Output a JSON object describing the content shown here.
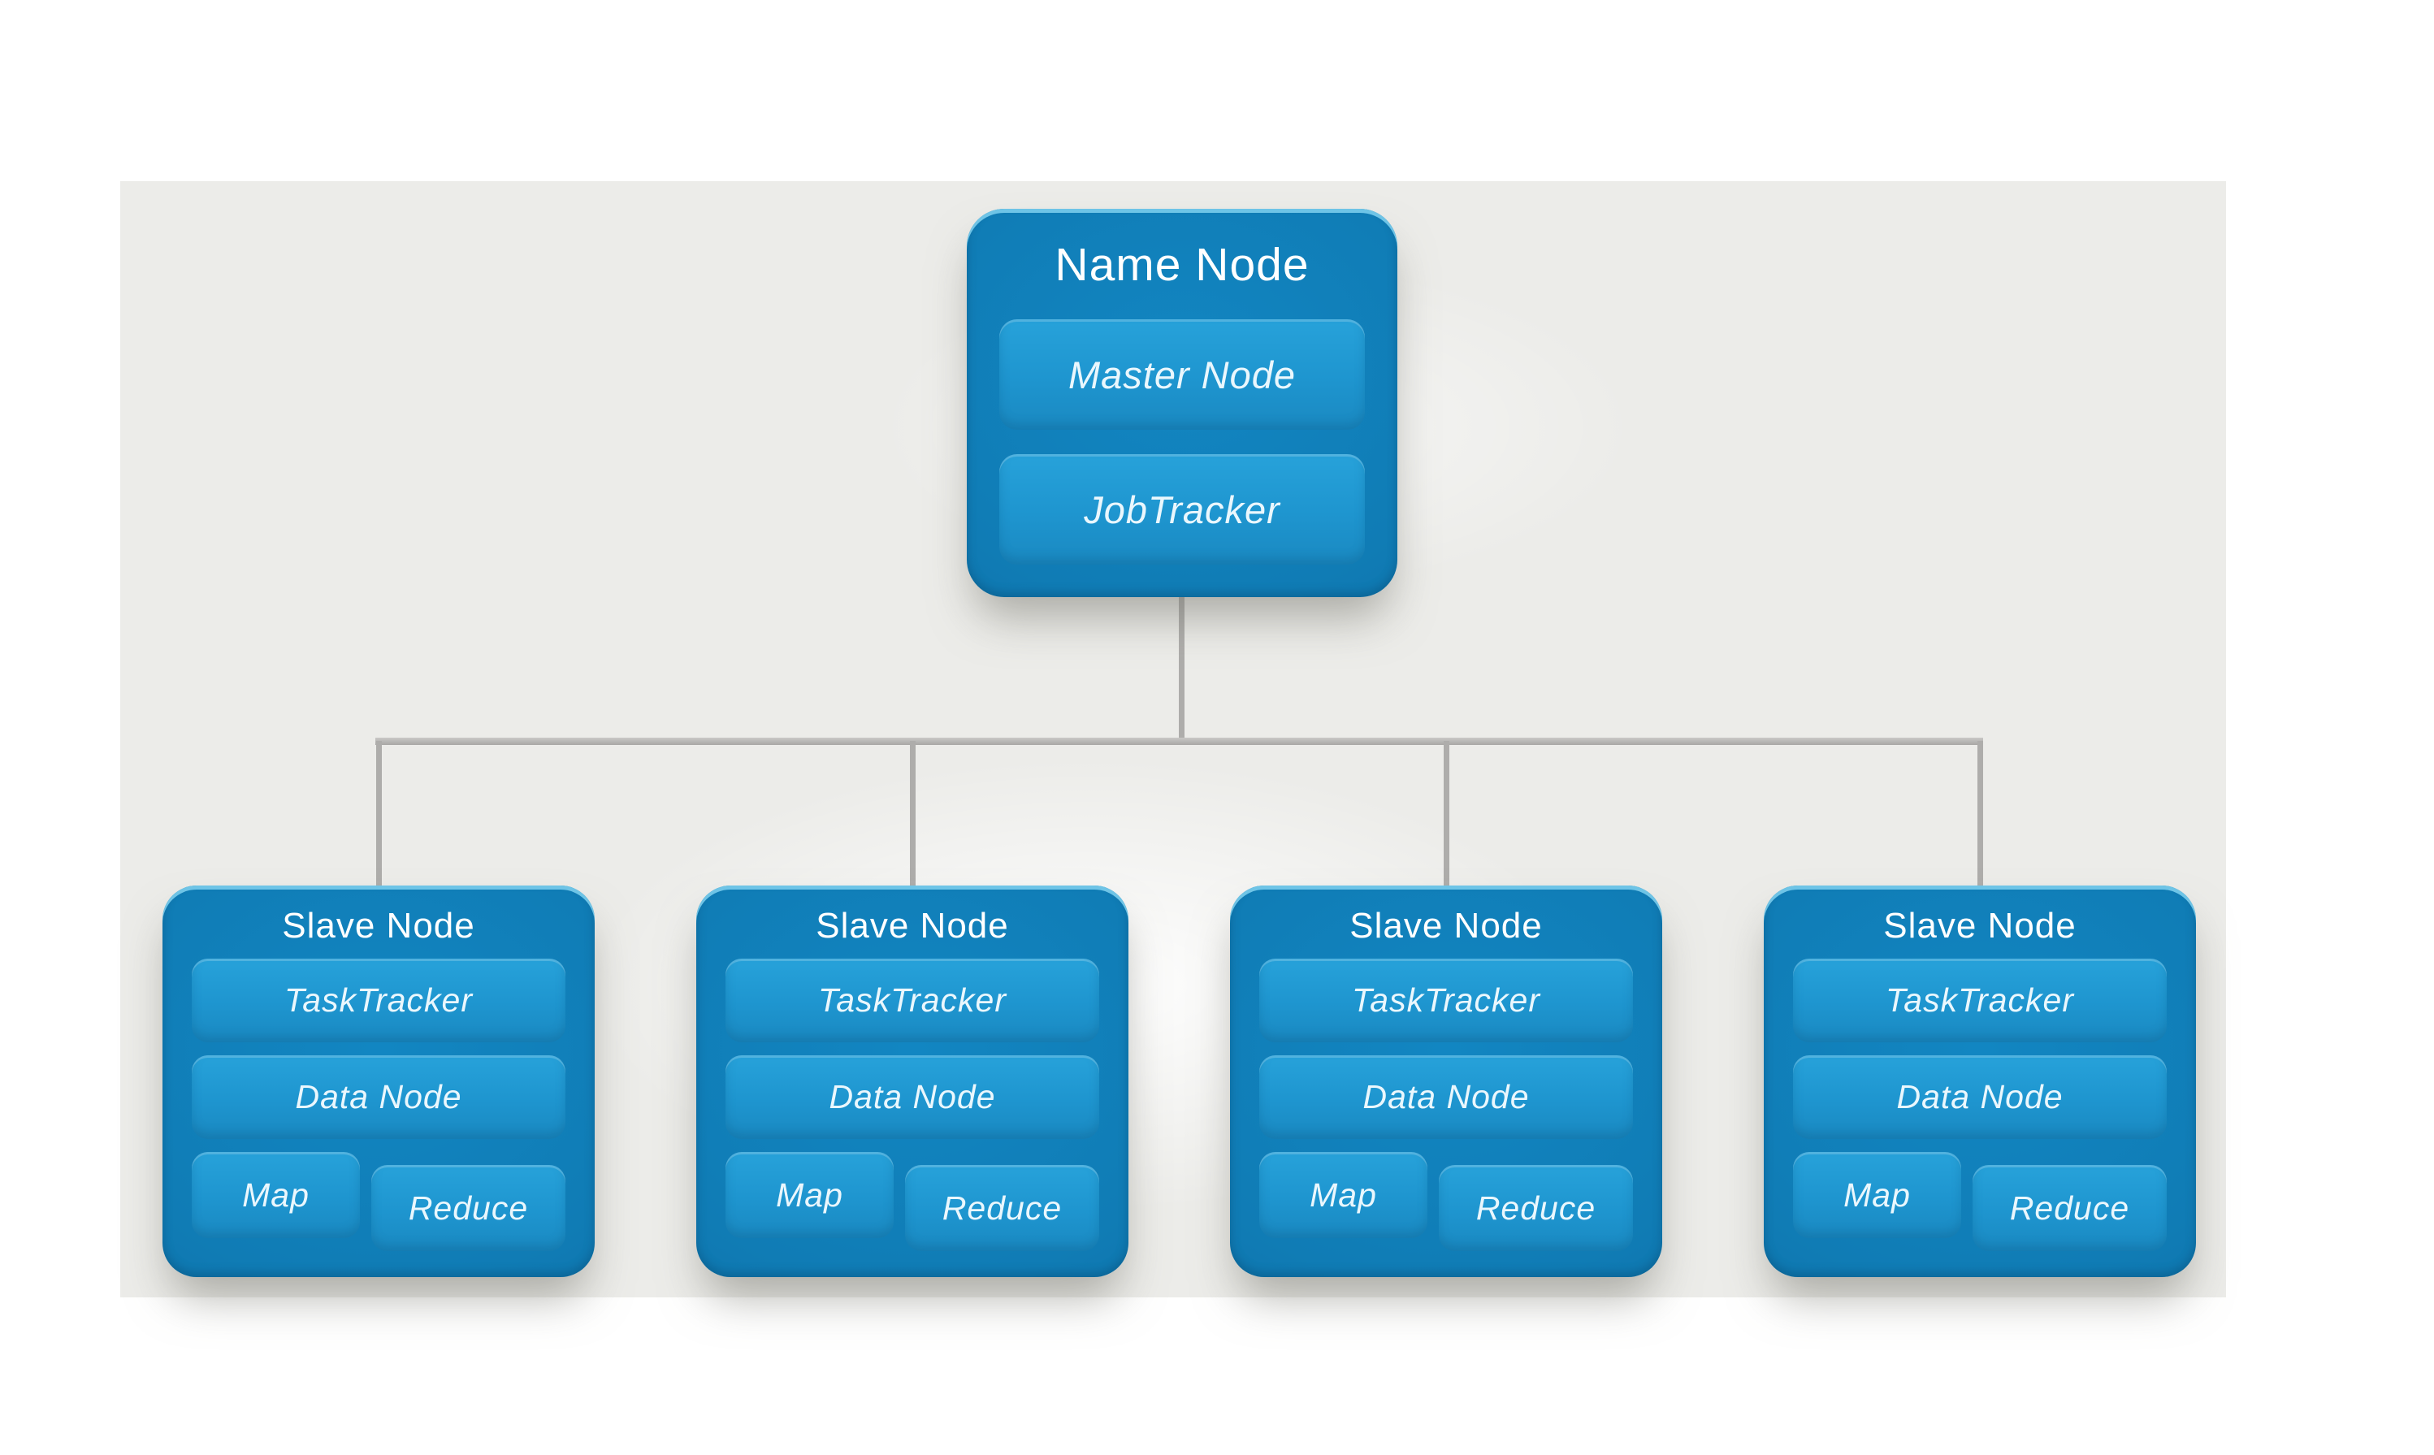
{
  "diagram": {
    "root": {
      "title": "Name Node",
      "components": [
        "Master Node",
        "JobTracker"
      ]
    },
    "slaves": [
      {
        "title": "Slave Node",
        "components": [
          "TaskTracker",
          "Data Node",
          "Map",
          "Reduce"
        ]
      },
      {
        "title": "Slave Node",
        "components": [
          "TaskTracker",
          "Data Node",
          "Map",
          "Reduce"
        ]
      },
      {
        "title": "Slave Node",
        "components": [
          "TaskTracker",
          "Data Node",
          "Map",
          "Reduce"
        ]
      },
      {
        "title": "Slave Node",
        "components": [
          "TaskTracker",
          "Data Node",
          "Map",
          "Reduce"
        ]
      }
    ],
    "colors": {
      "node_fill_center": "#1286c2",
      "node_fill_edge": "#0b689f",
      "node_top_highlight": "#7fd1f0",
      "chip_fill": "#1e95cf",
      "title_text": "#ffffff",
      "chip_text": "#eaf7fd",
      "connector": "#aeadab",
      "panel_background": "#ecece9",
      "page_background": "#ffffff"
    }
  }
}
